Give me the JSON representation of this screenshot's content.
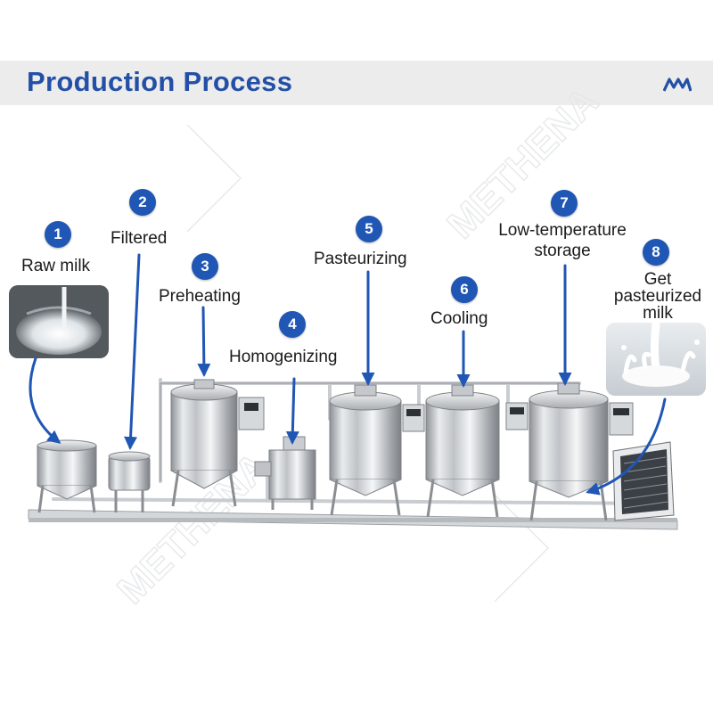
{
  "header": {
    "title": "Production Process",
    "logo_icon": "metheno-logo-icon"
  },
  "watermark": "METHENA",
  "accent_color": "#2056b4",
  "steps": [
    {
      "number": "1",
      "label": "Raw milk"
    },
    {
      "number": "2",
      "label": "Filtered"
    },
    {
      "number": "3",
      "label": "Preheating"
    },
    {
      "number": "4",
      "label": "Homogenizing"
    },
    {
      "number": "5",
      "label": "Pasteurizing"
    },
    {
      "number": "6",
      "label": "Cooling"
    },
    {
      "number": "7",
      "label_line1": "Low-temperature",
      "label_line2": "storage"
    },
    {
      "number": "8",
      "label_line1": "Get",
      "label_line2": "pasteurized",
      "label_line3": "milk"
    }
  ]
}
